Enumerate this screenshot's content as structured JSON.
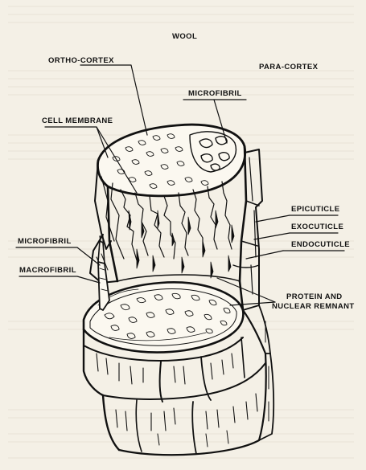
{
  "figure": {
    "title": "WOOL",
    "labels": {
      "ortho_cortex": "ORTHO-CORTEX",
      "para_cortex": "PARA-CORTEX",
      "microfibril_top": "MICROFIBRIL",
      "cell_membrane": "CELL MEMBRANE",
      "epicuticle": "EPICUTICLE",
      "exocuticle": "EXOCUTICLE",
      "endocuticle": "ENDOCUTICLE",
      "microfibril_left": "MICROFIBRIL",
      "macrofibril": "MACROFIBRIL",
      "protein_line1": "PROTEIN AND",
      "protein_line2": "NUCLEAR REMNANT"
    }
  }
}
